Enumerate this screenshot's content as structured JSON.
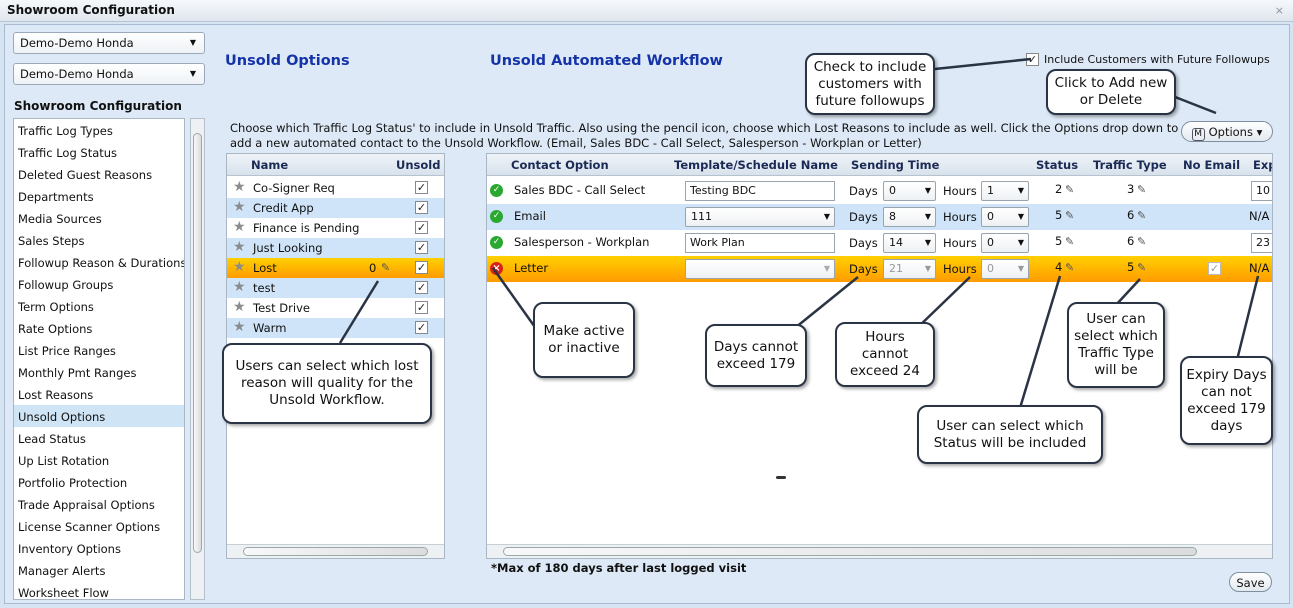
{
  "window": {
    "title": "Showroom Configuration",
    "close": "⨯"
  },
  "dealer_selects": [
    "Demo-Demo Honda",
    "Demo-Demo Honda"
  ],
  "nav": {
    "heading": "Showroom Configuration",
    "items": [
      "Traffic Log Types",
      "Traffic Log Status",
      "Deleted Guest Reasons",
      "Departments",
      "Media Sources",
      "Sales Steps",
      "Followup Reason & Durations",
      "Followup Groups",
      "Term Options",
      "Rate Options",
      "List Price Ranges",
      "Monthly Pmt Ranges",
      "Lost Reasons",
      "Unsold Options",
      "Lead Status",
      "Up List Rotation",
      "Portfolio Protection",
      "Trade Appraisal Options",
      "License Scanner Options",
      "Inventory Options",
      "Manager Alerts",
      "Worksheet Flow"
    ],
    "selected": "Unsold Options"
  },
  "headings": {
    "unsold": "Unsold Options",
    "workflow": "Unsold Automated Workflow"
  },
  "include_future": {
    "label": "Include Customers with Future Followups",
    "checked": true
  },
  "options_btn": "Options",
  "description": "Choose which Traffic Log Status' to include in Unsold Traffic. Also using the pencil icon, choose which Lost Reasons to include as well. Click the Options drop down to add a new automated contact to the Unsold Workflow. (Email, Sales BDC - Call Select, Salesperson - Workplan or Letter)",
  "unsold_grid": {
    "headers": {
      "name": "Name",
      "unsold": "Unsold"
    },
    "rows": [
      {
        "name": "Co-Signer Req",
        "count": ""
      },
      {
        "name": "Credit App",
        "count": ""
      },
      {
        "name": "Finance is Pending",
        "count": ""
      },
      {
        "name": "Just Looking",
        "count": ""
      },
      {
        "name": "Lost",
        "count": "0"
      },
      {
        "name": "test",
        "count": ""
      },
      {
        "name": "Test Drive",
        "count": ""
      },
      {
        "name": "Warm",
        "count": ""
      }
    ],
    "check": "✓"
  },
  "workflow_grid": {
    "headers": {
      "contact": "Contact Option",
      "template": "Template/Schedule Name",
      "sending": "Sending Time",
      "status": "Status",
      "traffic": "Traffic Type",
      "noemail": "No Email",
      "exp": "Exp"
    },
    "days_label": "Days",
    "hours_label": "Hours",
    "rows": [
      {
        "contact": "Sales BDC - Call Select",
        "template": "Testing BDC",
        "days": "0",
        "hours": "1",
        "status": "2",
        "traffic": "3",
        "exp": "10"
      },
      {
        "contact": "Email",
        "template": "111",
        "days": "8",
        "hours": "0",
        "status": "5",
        "traffic": "6",
        "exp": "N/A"
      },
      {
        "contact": "Salesperson - Workplan",
        "template": "Work Plan",
        "days": "14",
        "hours": "0",
        "status": "5",
        "traffic": "6",
        "exp": "23"
      },
      {
        "contact": "Letter",
        "template": "",
        "days": "21",
        "hours": "0",
        "status": "4",
        "traffic": "5",
        "exp": "N/A"
      }
    ]
  },
  "footnote": "*Max of 180 days after last logged visit",
  "save": "Save",
  "callouts": {
    "future": "Check to include customers with future followups",
    "add": "Click to Add new or Delete",
    "lost": "Users can select which lost reason will quality for the Unsold Workflow.",
    "active": "Make active or inactive",
    "days": "Days cannot exceed 179",
    "hours": "Hours cannot exceed 24",
    "status": "User can select which Status will be included",
    "traffic": "User can select which Traffic Type will be",
    "expiry": "Expiry Days can not exceed 179 days"
  },
  "colors": {
    "heading": "#1533a8",
    "highlight": "#ffb000",
    "selected_nav": "#cfe4f4"
  }
}
